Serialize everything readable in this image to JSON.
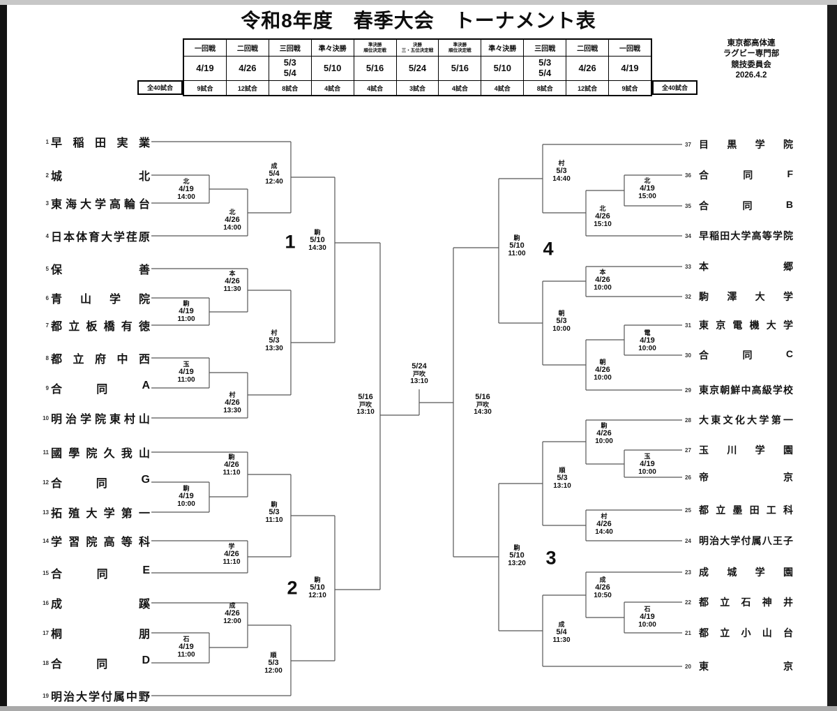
{
  "page": {
    "title": "令和8年度　春季大会　トーナメント表",
    "committee": [
      "東京都高体連",
      "ラグビー専門部",
      "競技委員会",
      "2026.4.2"
    ]
  },
  "colors": {
    "line": "#565656",
    "text": "#0e0e0e",
    "page_bg": "#ffffff"
  },
  "schedule_table": {
    "total_label_left": "全40試合",
    "total_label_right": "全40試合",
    "columns": [
      {
        "round": "一回戦",
        "round_sub": "",
        "dates": [
          "4/19"
        ],
        "games": "9試合"
      },
      {
        "round": "二回戦",
        "round_sub": "",
        "dates": [
          "4/26"
        ],
        "games": "12試合"
      },
      {
        "round": "三回戦",
        "round_sub": "",
        "dates": [
          "5/3",
          "5/4"
        ],
        "games": "8試合"
      },
      {
        "round": "準々決勝",
        "round_sub": "",
        "dates": [
          "5/10"
        ],
        "games": "4試合"
      },
      {
        "round": "準決勝",
        "round_sub": "順位決定戦",
        "dates": [
          "5/16"
        ],
        "games": "4試合"
      },
      {
        "round": "決勝",
        "round_sub": "三・五位決定戦",
        "dates": [
          "5/24"
        ],
        "games": "3試合"
      },
      {
        "round": "準決勝",
        "round_sub": "順位決定戦",
        "dates": [
          "5/16"
        ],
        "games": "4試合"
      },
      {
        "round": "準々決勝",
        "round_sub": "",
        "dates": [
          "5/10"
        ],
        "games": "4試合"
      },
      {
        "round": "三回戦",
        "round_sub": "",
        "dates": [
          "5/3",
          "5/4"
        ],
        "games": "8試合"
      },
      {
        "round": "二回戦",
        "round_sub": "",
        "dates": [
          "4/26"
        ],
        "games": "12試合"
      },
      {
        "round": "一回戦",
        "round_sub": "",
        "dates": [
          "4/19"
        ],
        "games": "9試合"
      }
    ]
  },
  "teams_left": [
    {
      "no": "1",
      "name": "早稲田実業"
    },
    {
      "no": "2",
      "name": "城北"
    },
    {
      "no": "3",
      "name": "東海大学高輪台"
    },
    {
      "no": "4",
      "name": "日本体育大学荏原"
    },
    {
      "no": "5",
      "name": "保善"
    },
    {
      "no": "6",
      "name": "青山学院"
    },
    {
      "no": "7",
      "name": "都立板橋有徳"
    },
    {
      "no": "8",
      "name": "都立府中西"
    },
    {
      "no": "9",
      "name": "合同A"
    },
    {
      "no": "10",
      "name": "明治学院東村山"
    },
    {
      "no": "11",
      "name": "國學院久我山"
    },
    {
      "no": "12",
      "name": "合同G"
    },
    {
      "no": "13",
      "name": "拓殖大学第一"
    },
    {
      "no": "14",
      "name": "学習院高等科"
    },
    {
      "no": "15",
      "name": "合同E"
    },
    {
      "no": "16",
      "name": "成蹊"
    },
    {
      "no": "17",
      "name": "桐朋"
    },
    {
      "no": "18",
      "name": "合同D"
    },
    {
      "no": "19",
      "name": "明治大学付属中野"
    }
  ],
  "teams_right": [
    {
      "no": "37",
      "name": "目黒学院"
    },
    {
      "no": "36",
      "name": "合同F"
    },
    {
      "no": "35",
      "name": "合同B"
    },
    {
      "no": "34",
      "name": "早稲田大学高等学院"
    },
    {
      "no": "33",
      "name": "本郷"
    },
    {
      "no": "32",
      "name": "駒澤大学"
    },
    {
      "no": "31",
      "name": "東京電機大学"
    },
    {
      "no": "30",
      "name": "合同C"
    },
    {
      "no": "29",
      "name": "東京朝鮮中高級学校"
    },
    {
      "no": "28",
      "name": "大東文化大学第一"
    },
    {
      "no": "27",
      "name": "玉川学園"
    },
    {
      "no": "26",
      "name": "帝京"
    },
    {
      "no": "25",
      "name": "都立墨田工科"
    },
    {
      "no": "24",
      "name": "明治大学付属八王子"
    },
    {
      "no": "23",
      "name": "成城学園"
    },
    {
      "no": "22",
      "name": "都立石神井"
    },
    {
      "no": "21",
      "name": "都立小山台"
    },
    {
      "no": "20",
      "name": "東京"
    }
  ],
  "matches": [
    {
      "id": "L1",
      "venue": "北",
      "date": "4/19",
      "time": "14:00"
    },
    {
      "id": "L2",
      "venue": "駒",
      "date": "4/19",
      "time": "11:00"
    },
    {
      "id": "L3",
      "venue": "玉",
      "date": "4/19",
      "time": "11:00"
    },
    {
      "id": "L4",
      "venue": "駒",
      "date": "4/19",
      "time": "10:00"
    },
    {
      "id": "L5",
      "venue": "石",
      "date": "4/19",
      "time": "11:00"
    },
    {
      "id": "L6",
      "venue": "北",
      "date": "4/26",
      "time": "14:00"
    },
    {
      "id": "L7",
      "venue": "本",
      "date": "4/26",
      "time": "11:30"
    },
    {
      "id": "L8",
      "venue": "村",
      "date": "4/26",
      "time": "13:30"
    },
    {
      "id": "L9",
      "venue": "駒",
      "date": "4/26",
      "time": "11:10"
    },
    {
      "id": "L10",
      "venue": "学",
      "date": "4/26",
      "time": "11:10"
    },
    {
      "id": "L11",
      "venue": "成",
      "date": "4/26",
      "time": "12:00"
    },
    {
      "id": "L12",
      "venue": "成",
      "date": "5/4",
      "time": "12:40"
    },
    {
      "id": "L13",
      "venue": "村",
      "date": "5/3",
      "time": "13:30"
    },
    {
      "id": "L14",
      "venue": "駒",
      "date": "5/3",
      "time": "11:10"
    },
    {
      "id": "L15",
      "venue": "順",
      "date": "5/3",
      "time": "12:00"
    },
    {
      "id": "LQ1",
      "venue": "駒",
      "date": "5/10",
      "time": "14:30"
    },
    {
      "id": "LQ2",
      "venue": "駒",
      "date": "5/10",
      "time": "12:10"
    },
    {
      "id": "R1",
      "venue": "北",
      "date": "4/19",
      "time": "15:00"
    },
    {
      "id": "R2",
      "venue": "電",
      "date": "4/19",
      "time": "10:00"
    },
    {
      "id": "R3",
      "venue": "玉",
      "date": "4/19",
      "time": "10:00"
    },
    {
      "id": "R4",
      "venue": "石",
      "date": "4/19",
      "time": "10:00"
    },
    {
      "id": "R5",
      "venue": "北",
      "date": "4/26",
      "time": "15:10"
    },
    {
      "id": "R6",
      "venue": "本",
      "date": "4/26",
      "time": "10:00"
    },
    {
      "id": "R7",
      "venue": "朝",
      "date": "4/26",
      "time": "10:00"
    },
    {
      "id": "R8",
      "venue": "駒",
      "date": "4/26",
      "time": "10:00"
    },
    {
      "id": "R9",
      "venue": "村",
      "date": "4/26",
      "time": "14:40"
    },
    {
      "id": "R10",
      "venue": "成",
      "date": "4/26",
      "time": "10:50"
    },
    {
      "id": "R11",
      "venue": "村",
      "date": "5/3",
      "time": "14:40"
    },
    {
      "id": "R12",
      "venue": "朝",
      "date": "5/3",
      "time": "10:00"
    },
    {
      "id": "R13",
      "venue": "順",
      "date": "5/3",
      "time": "13:10"
    },
    {
      "id": "R14",
      "venue": "成",
      "date": "5/4",
      "time": "11:30"
    },
    {
      "id": "RQ4",
      "venue": "駒",
      "date": "5/10",
      "time": "11:00"
    },
    {
      "id": "RQ3",
      "venue": "駒",
      "date": "5/10",
      "time": "13:20"
    }
  ],
  "bracket": {
    "block_labels": [
      "1",
      "2",
      "3",
      "4"
    ],
    "center_matches": [
      {
        "id": "semifinal_left",
        "date": "5/16",
        "venue": "戸吹",
        "time": "13:10"
      },
      {
        "id": "final",
        "date": "5/24",
        "venue": "戸吹",
        "time": "13:10"
      },
      {
        "id": "semifinal_right",
        "date": "5/16",
        "venue": "戸吹",
        "time": "14:30"
      }
    ]
  }
}
